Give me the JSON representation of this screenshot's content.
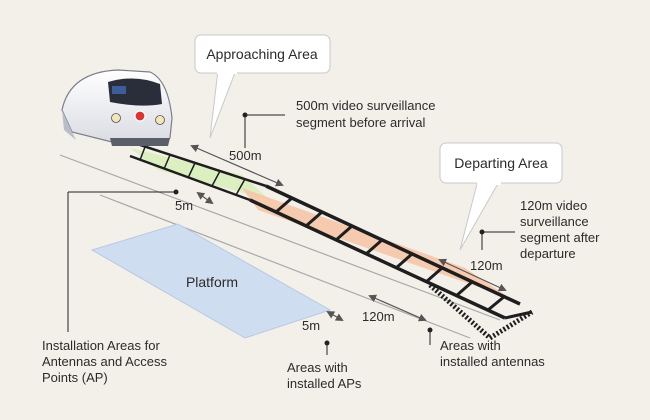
{
  "callouts": {
    "approaching": "Approaching Area",
    "departing": "Departing Area"
  },
  "annotations": {
    "before_arrival_line1": "500m video surveillance",
    "before_arrival_line2": "segment before arrival",
    "after_departure_line1": "120m video",
    "after_departure_line2": "surveillance",
    "after_departure_line3": "segment after",
    "after_departure_line4": "departure",
    "install_line1": "Installation Areas for",
    "install_line2": "Antennas and Access",
    "install_line3": "Points (AP)",
    "aps_line1": "Areas with",
    "aps_line2": "installed APs",
    "antennas_line1": "Areas with",
    "antennas_line2": "installed antennas"
  },
  "dimensions": {
    "d500m": "500m",
    "d5m_top": "5m",
    "d120m_right": "120m",
    "d120m_bottom": "120m",
    "d5m_bottom": "5m"
  },
  "platform": {
    "label": "Platform"
  },
  "colors": {
    "background": "#f3f0ea",
    "approach_zone": "#d9eebb",
    "depart_zone": "#f6c3a4",
    "platform": "#cfddf0",
    "track": "#1e1e1e"
  },
  "icons": [
    "train-icon",
    "callout-bubble",
    "dimension-arrow"
  ]
}
